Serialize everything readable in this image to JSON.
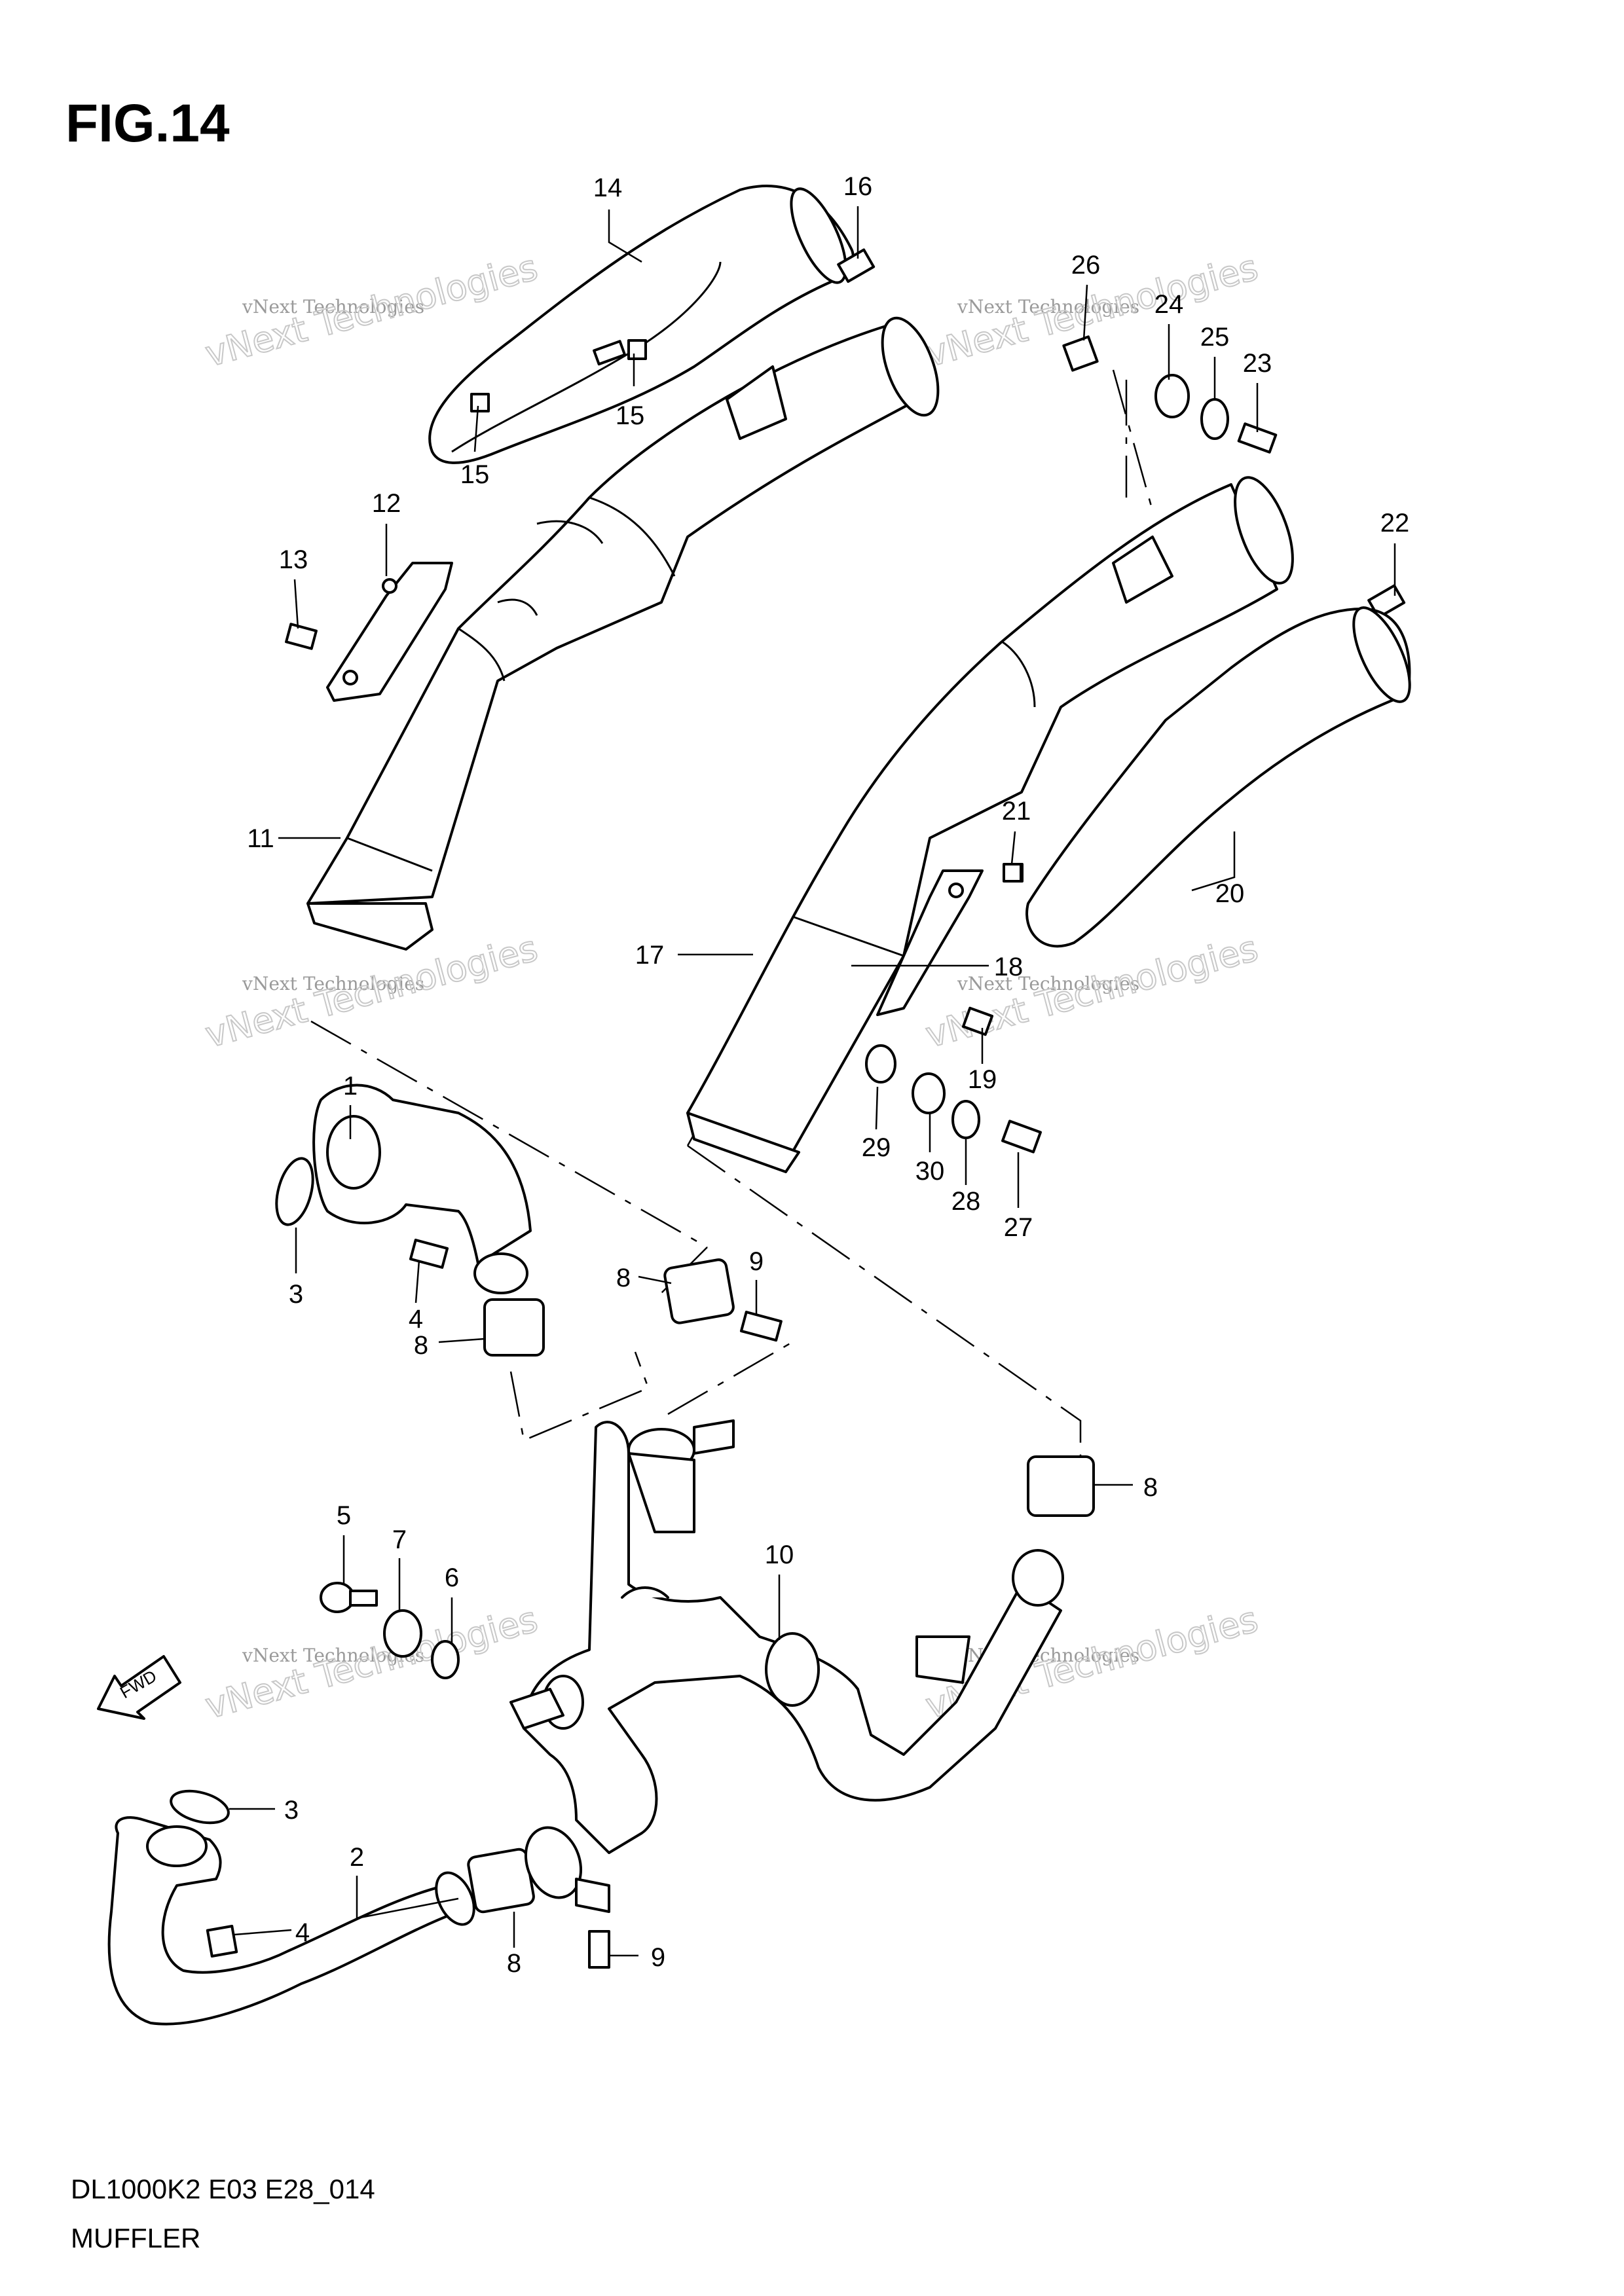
{
  "figure": {
    "title": "FIG.14",
    "diagram_code": "DL1000K2 E03 E28_014",
    "caption": "MUFFLER"
  },
  "watermark": {
    "line1": "vNext Technologies",
    "line2": "vNext Technologies"
  },
  "callouts": [
    {
      "id": "c14",
      "label": "14"
    },
    {
      "id": "c16",
      "label": "16"
    },
    {
      "id": "c15a",
      "label": "15"
    },
    {
      "id": "c15b",
      "label": "15"
    },
    {
      "id": "c12",
      "label": "12"
    },
    {
      "id": "c13",
      "label": "13"
    },
    {
      "id": "c11",
      "label": "11"
    },
    {
      "id": "c26",
      "label": "26"
    },
    {
      "id": "c24",
      "label": "24"
    },
    {
      "id": "c25",
      "label": "25"
    },
    {
      "id": "c23",
      "label": "23"
    },
    {
      "id": "c22",
      "label": "22"
    },
    {
      "id": "c21",
      "label": "21"
    },
    {
      "id": "c20",
      "label": "20"
    },
    {
      "id": "c17",
      "label": "17"
    },
    {
      "id": "c18",
      "label": "18"
    },
    {
      "id": "c19",
      "label": "19"
    },
    {
      "id": "c29",
      "label": "29"
    },
    {
      "id": "c30",
      "label": "30"
    },
    {
      "id": "c28",
      "label": "28"
    },
    {
      "id": "c27",
      "label": "27"
    },
    {
      "id": "c1",
      "label": "1"
    },
    {
      "id": "c3a",
      "label": "3"
    },
    {
      "id": "c4a",
      "label": "4"
    },
    {
      "id": "c8a",
      "label": "8"
    },
    {
      "id": "c8b",
      "label": "8"
    },
    {
      "id": "c9a",
      "label": "9"
    },
    {
      "id": "c8c",
      "label": "8"
    },
    {
      "id": "c5",
      "label": "5"
    },
    {
      "id": "c7",
      "label": "7"
    },
    {
      "id": "c6",
      "label": "6"
    },
    {
      "id": "c10",
      "label": "10"
    },
    {
      "id": "c3b",
      "label": "3"
    },
    {
      "id": "c2",
      "label": "2"
    },
    {
      "id": "c4b",
      "label": "4"
    },
    {
      "id": "c8d",
      "label": "8"
    },
    {
      "id": "c9b",
      "label": "9"
    }
  ],
  "fwd_label": "FWD"
}
